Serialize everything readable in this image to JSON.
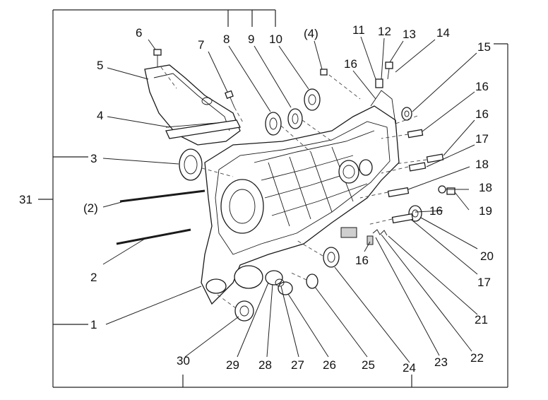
{
  "diagram": {
    "callouts": {
      "c1": "1",
      "c2": "2",
      "c2p": "(2)",
      "c3": "3",
      "c4": "4",
      "c4p": "(4)",
      "c5": "5",
      "c6": "6",
      "c7": "7",
      "c8": "8",
      "c9": "9",
      "c10": "10",
      "c11": "11",
      "c12": "12",
      "c13": "13",
      "c14": "14",
      "c15": "15",
      "c16a": "16",
      "c16b": "16",
      "c16c": "16",
      "c16d": "16",
      "c16e": "16",
      "c17a": "17",
      "c17b": "17",
      "c18a": "18",
      "c18b": "18",
      "c19": "19",
      "c20": "20",
      "c21": "21",
      "c22": "22",
      "c23": "23",
      "c24": "24",
      "c25": "25",
      "c26": "26",
      "c27": "27",
      "c28": "28",
      "c29": "29",
      "c30": "30",
      "c31": "31"
    }
  }
}
